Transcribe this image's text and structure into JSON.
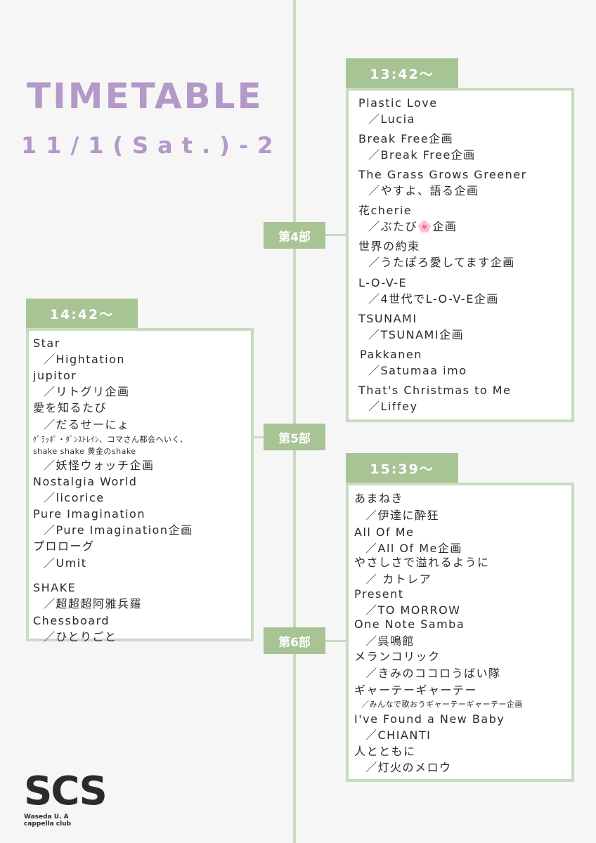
{
  "header": {
    "title": "TIMETABLE",
    "subtitle": "11/1(Sat.)-2"
  },
  "blocks": [
    {
      "part": "第4部",
      "time": "13:42〜",
      "items": [
        {
          "song": "Plastic Love",
          "artist": "／Lucia"
        },
        {
          "song": "Break Free企画",
          "artist": "／Break Free企画"
        },
        {
          "song": "The Grass Grows Greener",
          "artist": "／やすよ、語る企画"
        },
        {
          "song": "花cherie",
          "artist": "／ぶたび🌸企画"
        },
        {
          "song": "世界の約束",
          "artist": "／うたぽろ愛してます企画"
        },
        {
          "song": "L-O-V-E",
          "artist": "／4世代でL-O-V-E企画"
        },
        {
          "song": "TSUNAMI",
          "artist": "／TSUNAMI企画"
        },
        {
          "song": "Pakkanen",
          "artist": "／Satumaa imo"
        },
        {
          "song": "That's Christmas to Me",
          "artist": "／Liffey"
        }
      ]
    },
    {
      "part": "第5部",
      "time": "14:42〜",
      "items": [
        {
          "song": "Star",
          "artist": "／Hightation"
        },
        {
          "song": "jupitor",
          "artist": "／リトグリ企画"
        },
        {
          "song": "愛を知るたび",
          "artist": "／だるせーにょ"
        },
        {
          "song": "ｹﾞﾗｯﾎﾟ・ﾀﾞﾝｽﾄﾚｲﾝ、コマさん都会へいく、",
          "song2": "shake shake 黄金のshake",
          "artist": "／妖怪ウォッチ企画"
        },
        {
          "song": "Nostalgia World",
          "artist": "／licorice"
        },
        {
          "song": "Pure Imagination",
          "artist": "／Pure Imagination企画"
        },
        {
          "song": "プロローグ",
          "artist": "／Umit"
        },
        {
          "song": "SHAKE",
          "artist": "／超超超阿雅兵羅"
        },
        {
          "song": "Chessboard",
          "artist": "／ひとりごと"
        }
      ]
    },
    {
      "part": "第6部",
      "time": "15:39〜",
      "items": [
        {
          "song": "あまねき",
          "artist": "／伊達に酔狂"
        },
        {
          "song": "All Of Me",
          "artist": "／All Of Me企画"
        },
        {
          "song": "やさしさで溢れるように",
          "artist": "／ カトレア"
        },
        {
          "song": "Present",
          "artist": "／TO MORROW"
        },
        {
          "song": "One Note Samba",
          "artist": "／呉鳴館"
        },
        {
          "song": "メランコリック",
          "artist": "／きみのココロうばい隊"
        },
        {
          "song": "ギャーテーギャーテー",
          "artist": "／みんなで歌おうギャーテーギャーテー企画"
        },
        {
          "song": "I've Found a New Baby",
          "artist": "／CHIANTI"
        },
        {
          "song": "人とともに",
          "artist": "／灯火のメロウ"
        }
      ]
    }
  ],
  "logo": {
    "mark": "SCS",
    "caption": "Waseda U. A cappella club"
  },
  "colors": {
    "accent_purple": "#b398c8",
    "tab_green": "#a8c394",
    "line_green": "#c7dcc0"
  }
}
